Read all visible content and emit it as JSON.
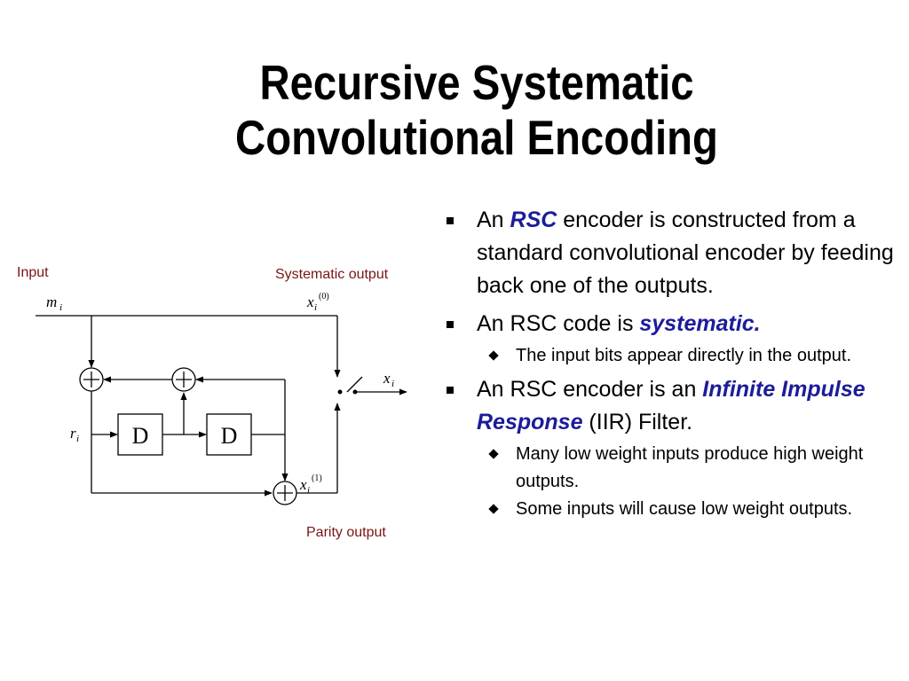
{
  "slide": {
    "title_line1": "Recursive Systematic",
    "title_line2": "Convolutional Encoding"
  },
  "diagram": {
    "input_label": "Input",
    "systematic_label": "Systematic output",
    "parity_label": "Parity output",
    "m": "m",
    "m_sub": "i",
    "x0": "x",
    "x0_sub": "i",
    "x0_sup": "(0)",
    "x1": "x",
    "x1_sub": "i",
    "x1_sup": "(1)",
    "x": "x",
    "x_sub": "i",
    "r": "r",
    "r_sub": "i",
    "delay_labels": [
      "D",
      "D"
    ],
    "colors": {
      "label": "#7a1414",
      "accent": "#1c1c9a"
    }
  },
  "bullets": {
    "b1_pre": "An ",
    "b1_em": "RSC",
    "b1_post": " encoder is constructed from a standard convolutional encoder by feeding back one of the outputs.",
    "b2_pre": "An RSC code is ",
    "b2_em": "systematic.",
    "b2_sub1": "The input bits appear directly in the output.",
    "b3_pre": "An RSC encoder is an ",
    "b3_em": "Infinite Impulse Response",
    "b3_post": " (IIR) Filter.",
    "b3_sub1": "Many low weight inputs produce high weight outputs.",
    "b3_sub2": "Some inputs will cause low weight outputs."
  }
}
